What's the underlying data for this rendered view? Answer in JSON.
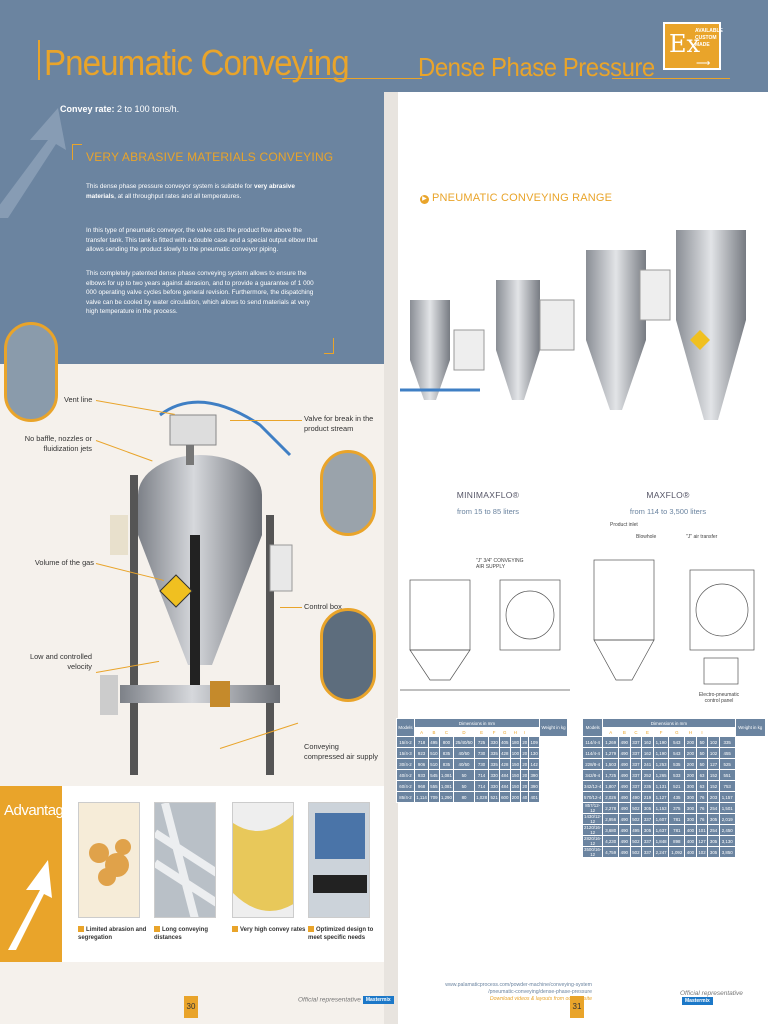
{
  "header": {
    "title": "Pneumatic Conveying",
    "subtitle": "Dense Phase Pressure",
    "badge": {
      "symbol": "Ex",
      "text": "AVAILABLE CUSTOM MADE"
    }
  },
  "left": {
    "convey_rate_label": "Convey rate:",
    "convey_rate_value": "2 to 100 tons/h.",
    "section_title": "VERY ABRASIVE MATERIALS CONVEYING",
    "para1_pre": "This dense phase pressure conveyor system is suitable for ",
    "para1_bold": "very abrasive materials",
    "para1_post": ", at all throughput rates and all temperatures.",
    "para2": "In this type of pneumatic conveyor, the valve cuts the product flow above the transfer tank. This tank is fitted with a double case and a special output elbow that allows sending the product slowly to the pneumatic conveyor piping.",
    "para3": "This completely patented dense phase conveying system allows to ensure the elbows for up to two years against abrasion, and to provide a guarantee of 1 000 000 operating valve cycles before general revision. Furthermore, the dispatching valve can be cooled by water circulation, which allows to send materials at very high temperature in the process.",
    "labels": {
      "vent_line": "Vent line",
      "no_baffle": "No baffle, nozzles or fluidization jets",
      "volume_gas": "Volume of the gas",
      "low_velocity": "Low and controlled velocity",
      "valve_break": "Valve for break in the product stream",
      "control_box": "Control box",
      "compressed_air": "Conveying compressed air supply"
    },
    "advantages": {
      "title": "Advantages",
      "items": [
        "Limited abrasion and segregation",
        "Long conveying distances",
        "Very high convey rates",
        "Optimized design to meet specific needs"
      ]
    },
    "page_number": "30",
    "official_rep": "Official representative"
  },
  "right": {
    "range_title": "PNEUMATIC CONVEYING RANGE",
    "models": [
      {
        "name": "MINIMAXFLO®",
        "range": "from 15 to 85 liters"
      },
      {
        "name": "MAXFLO®",
        "range": "from 114 to 3,500 liters"
      }
    ],
    "drawing_labels": {
      "product_inlet": "Product inlet",
      "blowhole": "Blowhole",
      "air_transfer": "\"J\" air transfer",
      "control_panel": "Electro-pneumatic control panel",
      "air_supply": "\"J\" 3/4\" CONVEYING AIR SUPPLY"
    },
    "table_header": {
      "models": "Models",
      "dimensions": "Dimensions in mm",
      "weight": "Weight in kg"
    },
    "table_left": {
      "cols": [
        "A",
        "B",
        "C",
        "D",
        "E",
        "F",
        "G",
        "H",
        "I"
      ],
      "rows": [
        [
          "15/4-2",
          "718",
          "495",
          "800",
          "25/40/50",
          "725",
          "330",
          "405",
          "180",
          "20",
          "109"
        ],
        [
          "15/4-3",
          "923",
          "510",
          "835",
          "40/50",
          "730",
          "335",
          "428",
          "100",
          "20",
          "130"
        ],
        [
          "30/4-2",
          "906",
          "510",
          "835",
          "40/50",
          "730",
          "335",
          "428",
          "150",
          "20",
          "142"
        ],
        [
          "40/4-2",
          "933",
          "545",
          "1,081",
          "50",
          "714",
          "330",
          "484",
          "150",
          "20",
          "390"
        ],
        [
          "60/4-2",
          "968",
          "555",
          "1,081",
          "50",
          "714",
          "330",
          "484",
          "150",
          "20",
          "390"
        ],
        [
          "85/4-2",
          "1,114",
          "709",
          "1,290",
          "80",
          "1,028",
          "521",
          "600",
          "200",
          "40",
          "401"
        ]
      ]
    },
    "table_right": {
      "cols": [
        "A",
        "B",
        "C",
        "E",
        "F",
        "G",
        "H",
        "I"
      ],
      "rows": [
        [
          "114/4-4",
          "1,269",
          "490",
          "337",
          "162",
          "1,190",
          "543",
          "200",
          "50",
          "102",
          "335"
        ],
        [
          "114/4-4",
          "1,279",
          "490",
          "337",
          "162",
          "1,190",
          "543",
          "200",
          "50",
          "102",
          "455"
        ],
        [
          "228/8-4",
          "1,503",
          "490",
          "337",
          "241",
          "1,253",
          "535",
          "200",
          "50",
          "127",
          "525"
        ],
        [
          "342/8-4",
          "1,725",
          "490",
          "337",
          "252",
          "1,265",
          "533",
          "200",
          "63",
          "152",
          "551"
        ],
        [
          "342/12-4",
          "1,807",
          "490",
          "337",
          "235",
          "1,131",
          "521",
          "300",
          "63",
          "152",
          "753"
        ],
        [
          "570/12-4",
          "2,026",
          "490",
          "490",
          "219",
          "1,127",
          "435",
          "300",
          "76",
          "203",
          "1,157"
        ],
        [
          "857/12-12",
          "2,278",
          "490",
          "502",
          "305",
          "1,153",
          "375",
          "300",
          "76",
          "254",
          "1,501"
        ],
        [
          "1430/12-12",
          "2,956",
          "490",
          "502",
          "337",
          "1,607",
          "781",
          "300",
          "76",
          "305",
          "2,019"
        ],
        [
          "2120/16-12",
          "3,680",
          "490",
          "495",
          "305",
          "1,637",
          "781",
          "400",
          "101",
          "254",
          "2,450"
        ],
        [
          "2820/16-12",
          "4,230",
          "490",
          "502",
          "337",
          "1,848",
          "898",
          "400",
          "127",
          "305",
          "3,130"
        ],
        [
          "3500/16-12",
          "4,759",
          "490",
          "502",
          "337",
          "2,247",
          "1,092",
          "400",
          "102",
          "305",
          "3,850"
        ]
      ]
    },
    "weblink_1": "www.palamaticprocess.com/powder-machine/conveying-system",
    "weblink_2": "/pneumatic-conveying/dense-phase-pressure",
    "weblink_3": "Download videos & layouts from our website",
    "page_number": "31",
    "official_rep": "Official representative",
    "logo": "Mastermix"
  }
}
